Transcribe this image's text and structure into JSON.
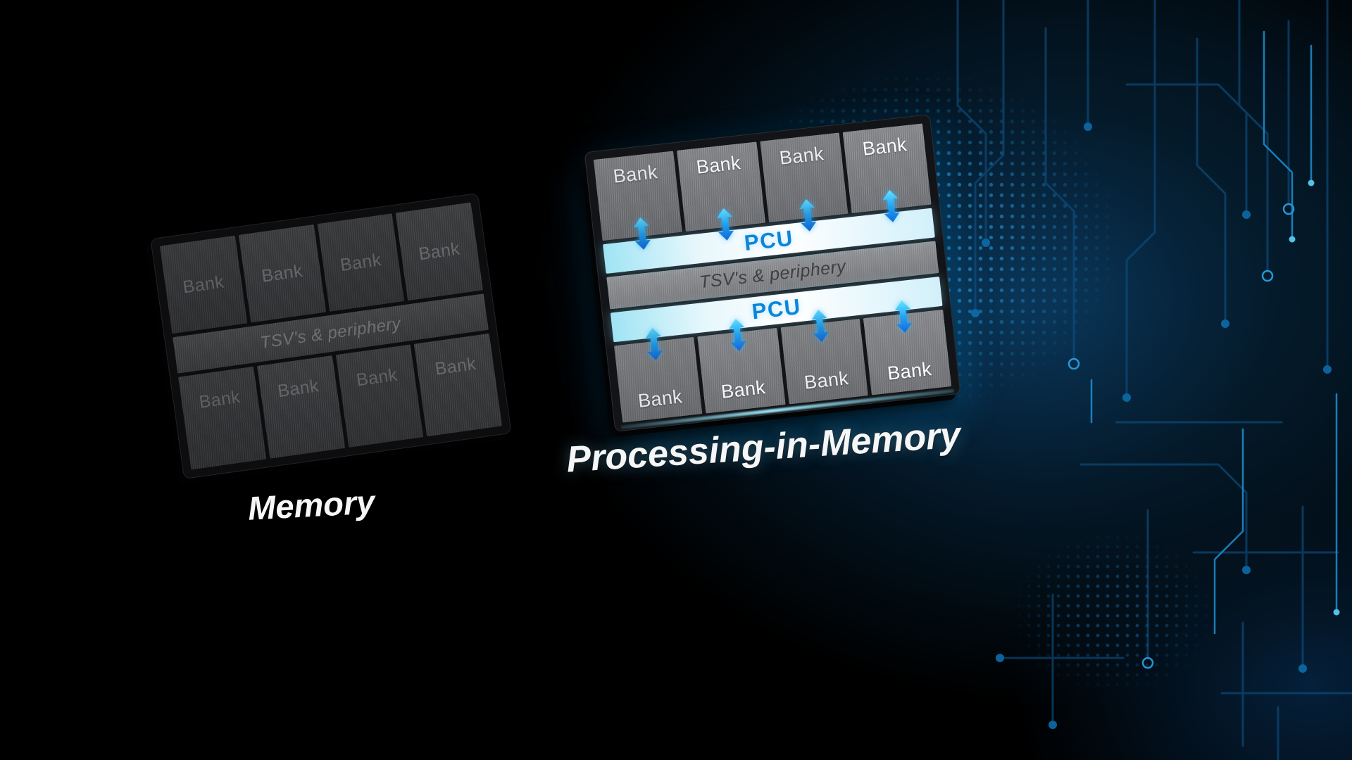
{
  "memory_chip": {
    "caption": "Memory",
    "tsv_label": "TSV's & periphery",
    "top_banks": [
      "Bank",
      "Bank",
      "Bank",
      "Bank"
    ],
    "bottom_banks": [
      "Bank",
      "Bank",
      "Bank",
      "Bank"
    ]
  },
  "pim_chip": {
    "caption": "Processing-in-Memory",
    "tsv_label": "TSV's & periphery",
    "pcu_top_label": "PCU",
    "pcu_bottom_label": "PCU",
    "top_banks": [
      "Bank",
      "Bank",
      "Bank",
      "Bank"
    ],
    "bottom_banks": [
      "Bank",
      "Bank",
      "Bank",
      "Bank"
    ]
  },
  "icons": {
    "data_flow_arrow": "double-headed-vertical-arrow-icon"
  },
  "colors": {
    "background": "#000000",
    "circuit_blue": "#1b86c9",
    "pcu_text_blue": "#0c86d8",
    "glow_cyan": "#8ce1ff",
    "caption_white": "#f6f6f6"
  }
}
